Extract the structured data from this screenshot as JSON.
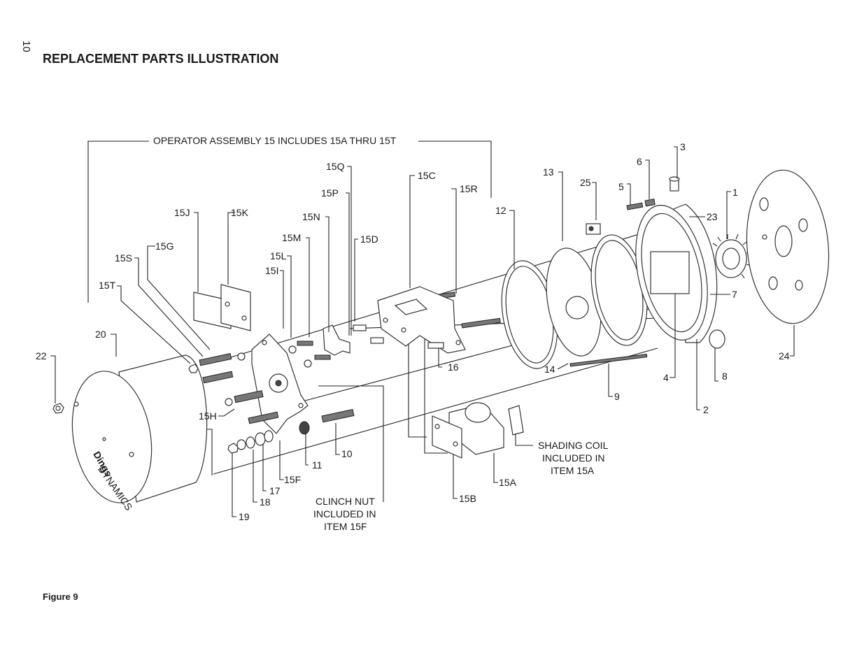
{
  "page": {
    "number": "10",
    "title": "REPLACEMENT PARTS ILLUSTRATION",
    "figure_caption": "Figure 9"
  },
  "diagram": {
    "operator_assembly_note": "OPERATOR ASSEMBLY 15 INCLUDES 15A THRU 15T",
    "shading_coil_note": [
      "SHADING COIL",
      "INCLUDED IN",
      "ITEM 15A"
    ],
    "clinch_nut_note": [
      "CLINCH NUT",
      "INCLUDED IN",
      "ITEM 15F"
    ],
    "cover_brand": [
      "Dings",
      "DYNAMICS"
    ],
    "part_labels": {
      "p1": "1",
      "p2": "2",
      "p3": "3",
      "p4": "4",
      "p5": "5",
      "p6": "6",
      "p7": "7",
      "p8": "8",
      "p9": "9",
      "p10": "10",
      "p11": "11",
      "p12": "12",
      "p13": "13",
      "p14": "14",
      "p16": "16",
      "p17": "17",
      "p18": "18",
      "p19": "19",
      "p20": "20",
      "p22": "22",
      "p23": "23",
      "p24": "24",
      "p25": "25",
      "p15A": "15A",
      "p15B": "15B",
      "p15C": "15C",
      "p15D": "15D",
      "p15F": "15F",
      "p15G": "15G",
      "p15H": "15H",
      "p15I": "15I",
      "p15J": "15J",
      "p15K": "15K",
      "p15L": "15L",
      "p15M": "15M",
      "p15N": "15N",
      "p15P": "15P",
      "p15Q": "15Q",
      "p15R": "15R",
      "p15S": "15S",
      "p15T": "15T"
    }
  }
}
